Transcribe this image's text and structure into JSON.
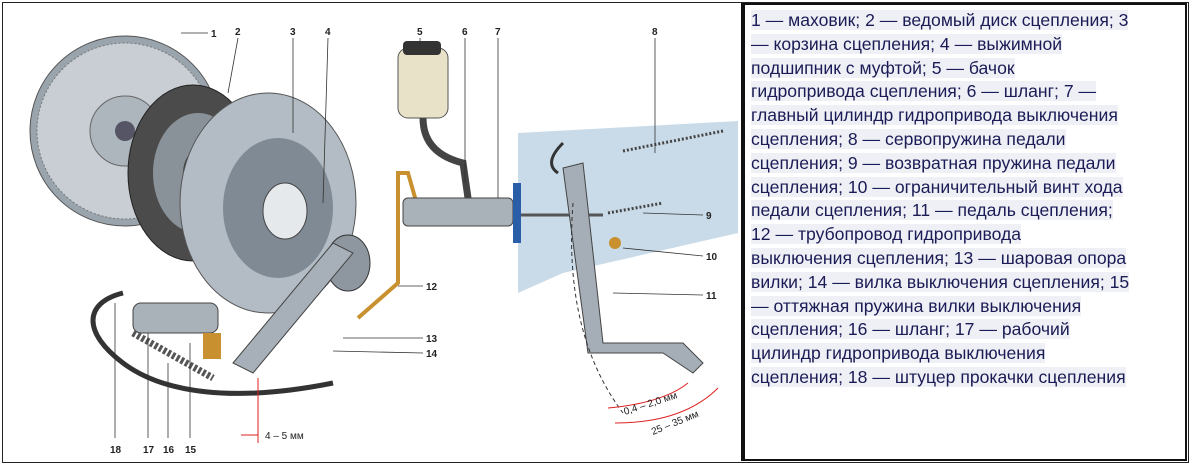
{
  "legend_lines": [
    "1 — маховик; 2 — ведомый диск сцепления; 3",
    "— корзина сцепления; 4 — выжимной",
    "подшипник с муфтой; 5 — бачок",
    "гидропривода сцепления; 6 — шланг; 7 —",
    "главный цилиндр гидропривода выключения",
    "сцепления; 8 — сервопружина педали",
    "сцепления; 9 — возвратная пружина педали",
    "сцепления; 10 — ограничительный винт хода",
    "педали сцепления; 11 — педаль сцепления;",
    "12 — трубопровод гидропривода",
    "выключения сцепления; 13 — шаровая опора",
    "вилки; 14 — вилка выключения сцепления; 15",
    "— оттяжная пружина вилки выключения",
    "сцепления; 16 — шланг; 17 — рабочий",
    "цилиндр гидропривода выключения",
    "сцепления; 18 — штуцер прокачки сцепления"
  ],
  "callouts": [
    "1",
    "2",
    "3",
    "4",
    "5",
    "6",
    "7",
    "8",
    "9",
    "10",
    "11",
    "12",
    "13",
    "14",
    "15",
    "16",
    "17",
    "18"
  ],
  "dimensions": {
    "fork_gap": "4 – 5 мм",
    "pedal_free_play": "0,4 – 2,0 мм",
    "pedal_travel": "25 – 35 мм"
  },
  "colors": {
    "text": "#1b1b55",
    "highlight": "#eef0f6",
    "pedal_plate": "#c9dbe8",
    "tube": "#c8902e"
  }
}
